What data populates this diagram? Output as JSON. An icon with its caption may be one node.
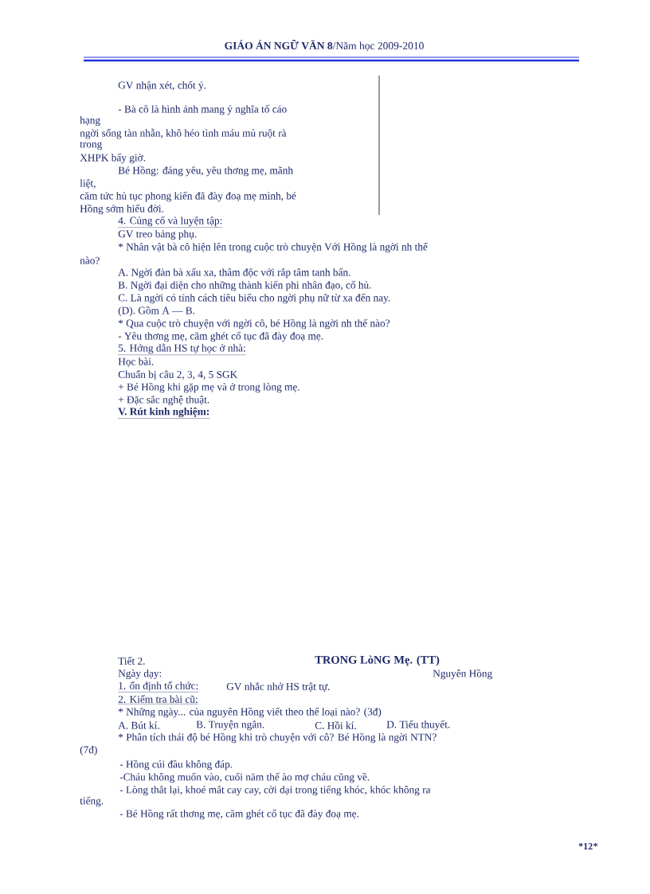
{
  "diagram": {
    "labels": [
      "**GIÁO ÁN NGỮ VĂN 8**/Năm học 2009-2010",
      "GV nhận xét, chốt ý.",
      "- Bà cô là hình ảnh mang ý nghĩa tố cáo",
      "hạng",
      "ngời  sống tàn nhẫn, khô héo tình máu mủ ruột rà",
      "trong",
      "XHPK bấy giờ.",
      "Bé Hồng: đáng yêu, yêu thơng  mẹ, mãnh",
      "liệt,",
      "căm tức hủ tục phong kiến đã đày đoạ mẹ mình, bé",
      "Hồng sớm hiểu đời.",
      "4. Củng cố và luyện tập:",
      "GV treo bảng phụ.",
      "* Nhân vật bà cô hiện lên trong cuộc trò chuyện Với Hồng là ngời  nh  thế",
      "nào?",
      "A. Ngời  đàn bà xấu xa, thâm độc với rắp tâm tanh bẩn.",
      "B. Ngời  đại diện cho những thành kiến phi nhân đạo, cổ hủ.",
      "C. Là ngời  có tính cách tiêu biểu cho ngời  phụ nữ từ xa  đến nay.",
      "(D). Gồm A — B.",
      "* Qua cuộc trò chuyện với ngời  cô, bé Hồng là ngời  nh  thế nào?",
      "- Yêu thơng  mẹ, căm ghét cổ tục đã đày đoạ mẹ.",
      "5. Hớng  dẫn HS tự học ở nhà:",
      "Học bài.",
      "Chuẩn bị câu 2, 3, 4, 5 SGK",
      "+ Bé Hồng khi gặp mẹ và ở trong lòng mẹ.",
      "+ Đặc sắc nghệ thuật.",
      "V. Rút kinh nghiệm:",
      "Tiết 2.",
      "TRONG LòNG Mẹ. (TT)",
      "Ngày dạy:",
      "Nguyên Hồng",
      "1. ổn định tổ chức:",
      "GV nhắc nhở HS trật tự.",
      "2. Kiểm tra bài cũ:",
      "* Những ngày...  của nguyên Hồng viết theo thể loại nào? (3đ)",
      "A. Bút kí.",
      "B. Truyện ngắn.",
      "C. Hồi kí.",
      "D. Tiểu thuyết.",
      "* Phân tích thái độ bé Hồng khi trò chuyện với cô? Bé Hồng là ngời  NTN?",
      "(7đ)",
      "- Hồng cúi đầu không đáp.",
      "-Cháu không muốn vào, cuối năm thế ào mợ cháu cũng về.",
      "- Lòng thắt lại, khoé mắt cay cay, cời  dại trong tiếng khóc, khóc không ra",
      "tiếng.",
      "- Bé Hồng rất thơng  mẹ, căm ghét cổ tục đã đày đoạ mẹ.",
      "*12",
      "*"
    ]
  }
}
